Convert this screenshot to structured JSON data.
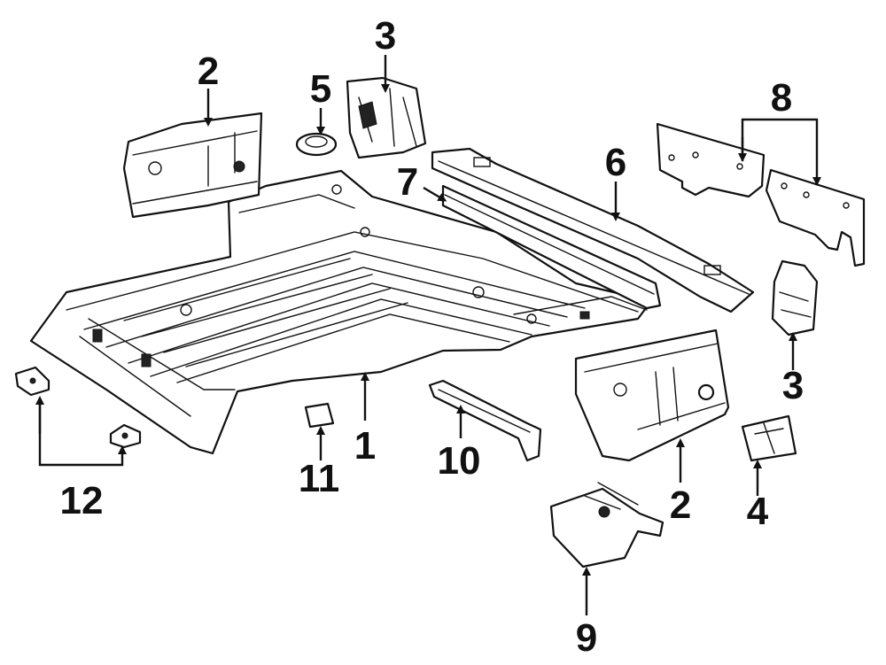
{
  "callouts": {
    "c1": "1",
    "c2a": "2",
    "c2b": "2",
    "c3a": "3",
    "c3b": "3",
    "c4": "4",
    "c5": "5",
    "c6": "6",
    "c7": "7",
    "c8": "8",
    "c9": "9",
    "c10": "10",
    "c11": "11",
    "c12": "12"
  }
}
